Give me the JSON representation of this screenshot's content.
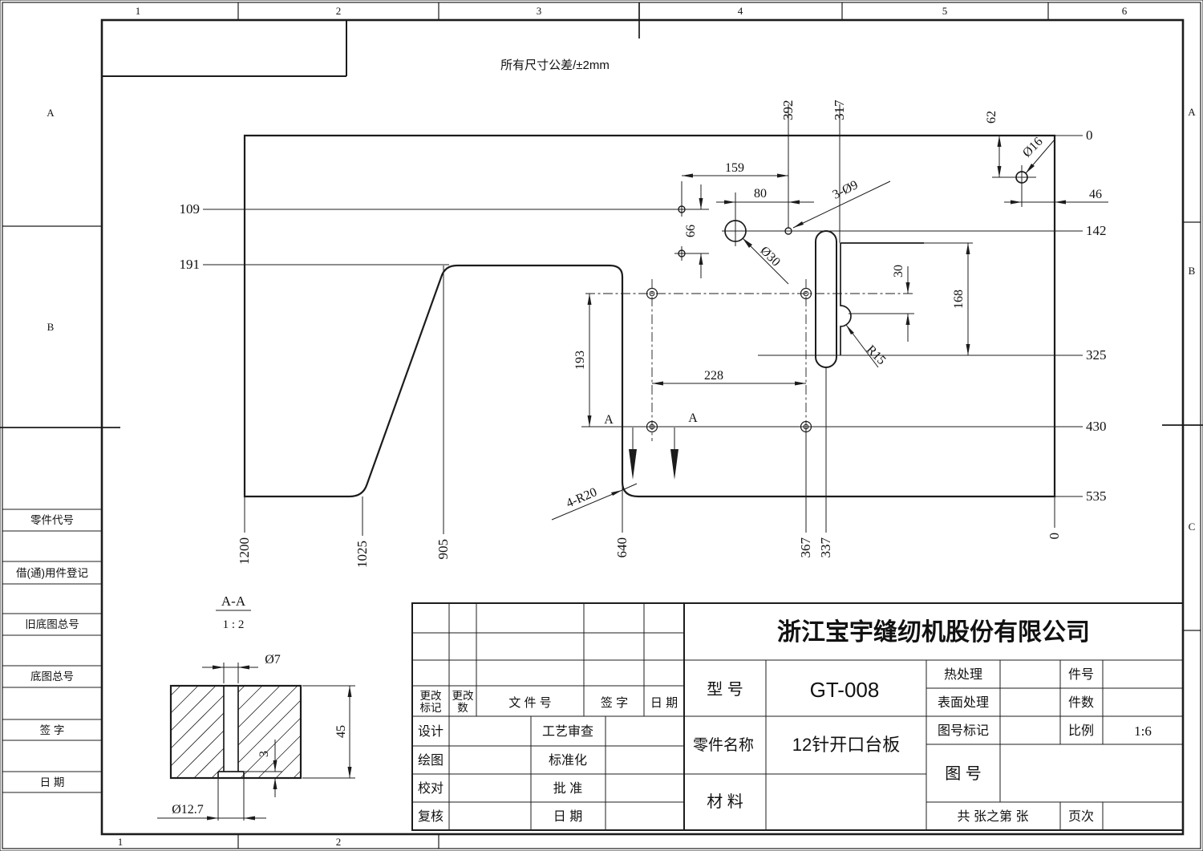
{
  "frame": {
    "zones_top": [
      "1",
      "2",
      "3",
      "4",
      "5",
      "6"
    ],
    "zones_bottom": [
      "1",
      "2"
    ],
    "zones_left": [
      "A",
      "B"
    ],
    "zones_right": [
      "A",
      "B",
      "C"
    ],
    "side_rows": [
      "零件代号",
      "借(通)用件登记",
      "旧底图总号",
      "底图总号",
      "签    字",
      "日    期"
    ]
  },
  "notes": {
    "tolerance": "所有尺寸公差/±2mm"
  },
  "main_view": {
    "coord_left": {
      "c109": "109",
      "c191": "191"
    },
    "coord_right": {
      "c0": "0",
      "c142": "142",
      "c325": "325",
      "c430": "430",
      "c535": "535"
    },
    "coord_top": {
      "c392": "392",
      "c317": "317"
    },
    "coord_bottom": {
      "c1200": "1200",
      "c1025": "1025",
      "c905": "905",
      "c640": "640",
      "c367": "367",
      "c337": "337",
      "c0": "0"
    },
    "dims": {
      "d159": "159",
      "d80": "80",
      "d66": "66",
      "d62": "62",
      "d46": "46",
      "d168": "168",
      "d228": "228",
      "d193": "193",
      "d30": "30"
    },
    "callouts": {
      "holes9": "3-Ø9",
      "hole30": "Ø30",
      "hole16": "Ø16",
      "r15": "R15",
      "r20": "4-R20"
    },
    "section_letter": "A"
  },
  "section_view": {
    "title": "A-A",
    "scale": "1 : 2",
    "dims": {
      "d7": "Ø7",
      "d45": "45",
      "d3": "3",
      "d127": "Ø12.7"
    }
  },
  "title_block": {
    "company": "浙江宝宇缝纫机股份有限公司",
    "model_label": "型 号",
    "model_value": "GT-008",
    "part_label": "零件名称",
    "part_value": "12针开口台板",
    "material_label": "材  料",
    "heat_label": "热处理",
    "surface_label": "表面处理",
    "mark_label": "图号标记",
    "pno_label": "件号",
    "qty_label": "件数",
    "scale_label": "比例",
    "scale_value": "1:6",
    "dno_label": "图  号",
    "total_label": "共    张之第    张",
    "page_label": "页次",
    "rev1a": "更改",
    "rev1b": "标记",
    "rev2a": "更改",
    "rev2b": "数",
    "file_label": "文 件 号",
    "sign_label": "签 字",
    "date_label": "日 期",
    "p_design": "设计",
    "p_process": "工艺审查",
    "p_draw": "绘图",
    "p_std": "标准化",
    "p_check": "校对",
    "p_approve": "批  准",
    "p_recheck": "复核",
    "p_date": "日  期"
  }
}
